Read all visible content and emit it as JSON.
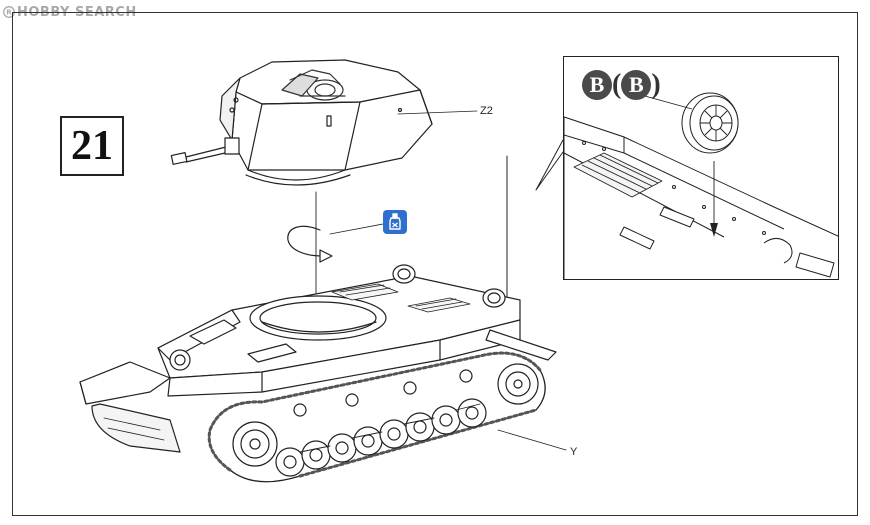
{
  "watermark": {
    "text": "HOBBY SEARCH",
    "color": "#a9a9a9"
  },
  "step": {
    "number": "21"
  },
  "parts": {
    "turret_label": "Z2",
    "track_label": "Y"
  },
  "detail_callout": {
    "badge_letter": "B",
    "open_paren": "(",
    "close_paren": ")",
    "badge_color": "#4a4a4a"
  },
  "icons": {
    "glue": "cement-glue-icon",
    "rotate": "rotation-arrow-icon",
    "glue_color": "#2f6fce"
  }
}
